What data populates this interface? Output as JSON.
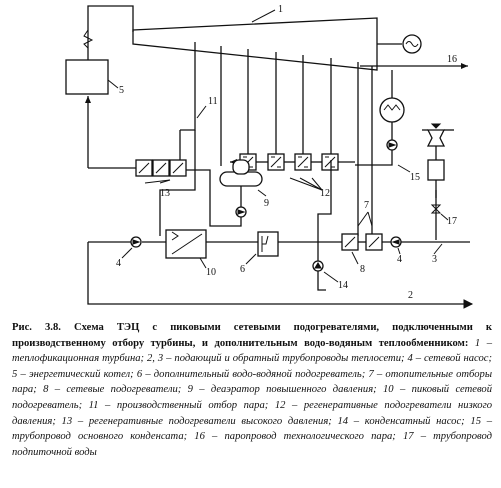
{
  "labels": {
    "l1": "1",
    "l2": "2",
    "l3": "3",
    "l4a": "4",
    "l4b": "4",
    "l5": "5",
    "l6": "6",
    "l7": "7",
    "l8": "8",
    "l9": "9",
    "l10": "10",
    "l11": "11",
    "l12": "12",
    "l13": "13",
    "l14": "14",
    "l15": "15",
    "l16": "16",
    "l17": "17"
  },
  "caption": {
    "title": "Рис. 3.8. Схема ТЭЦ с пиковыми сетевыми подогревателями, подключенными к производственному отбору турбины, и дополнительным водо-водяным теплообменником:",
    "legend": " 1 – теплофикационная турбина; 2, 3 – подающий и обратный трубопроводы теплосети; 4 – сетевой насос; 5 – энергетический котел; 6 – дополнительный водо-водяной подогреватель; 7 – отопительные отборы пара; 8 – сетевые подогреватели; 9 – деаэратор повышенного давления; 10 – пиковый сетевой подогреватель; 11 – производственный отбор пара; 12 – регенеративные подогреватели низкого давления; 13 – регенеративные подогреватели высокого давления; 14 – конденсатный насос; 15 – трубопровод основного конденсата; 16 – паропровод технологического пара; 17 – трубопровод подпиточной воды"
  }
}
